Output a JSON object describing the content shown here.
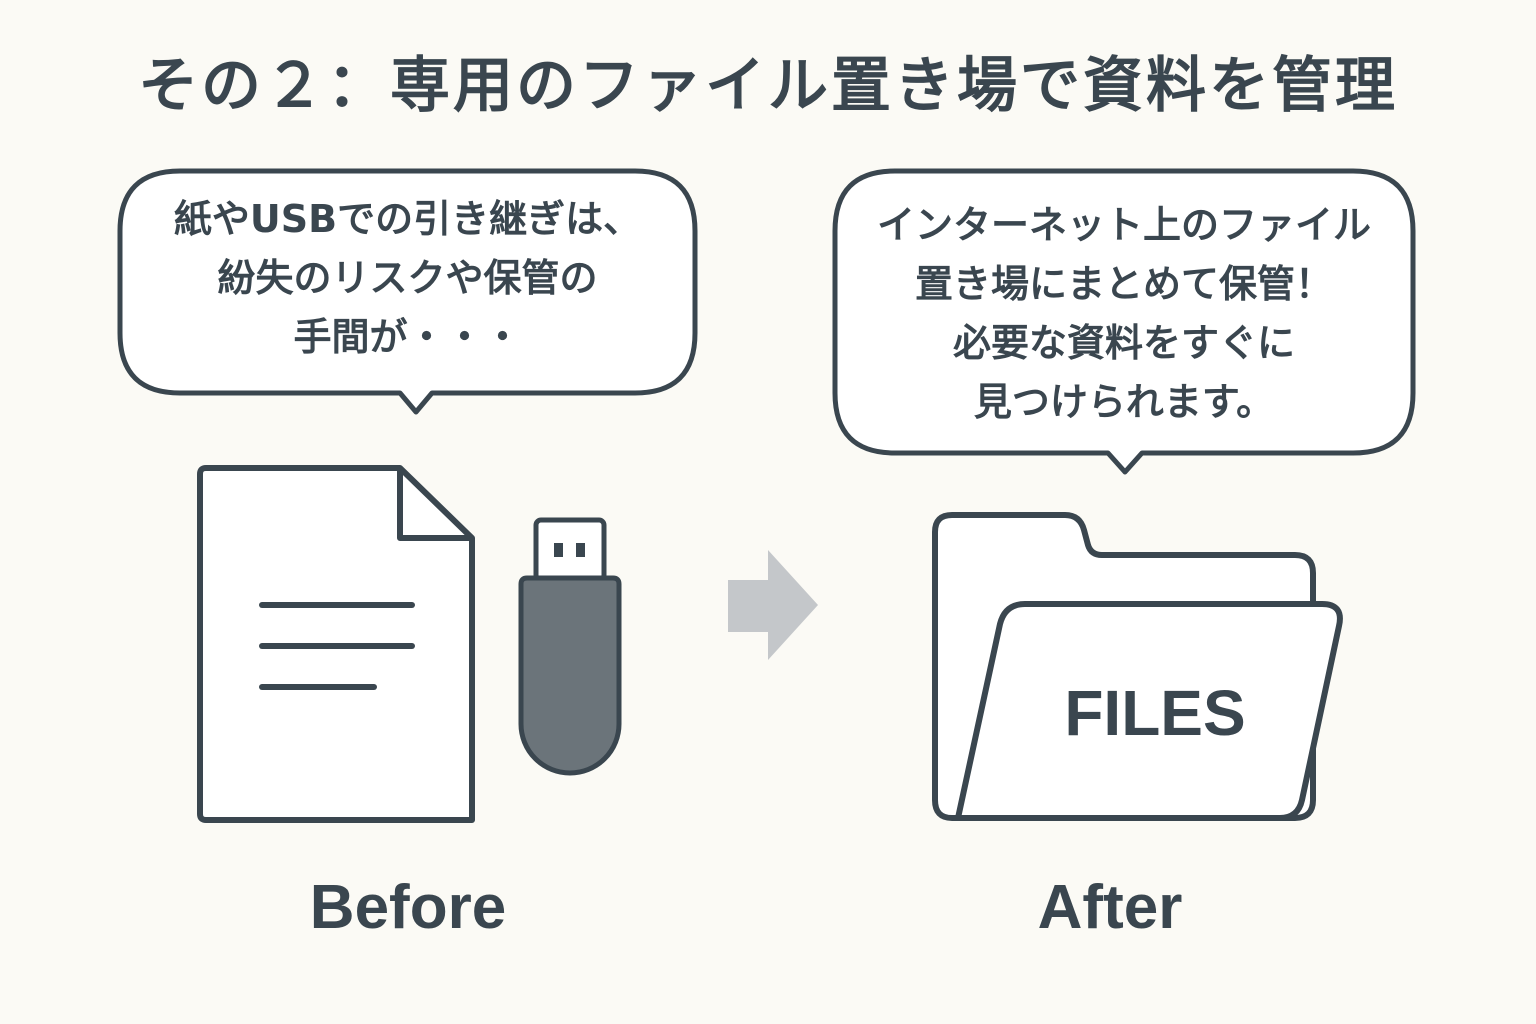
{
  "title": "その２：専用のファイル置き場で資料を管理",
  "before": {
    "bubble_lines": [
      "紙やUSBでの引き継ぎは、",
      "紛失のリスクや保管の",
      "手間が・・・"
    ],
    "caption": "Before",
    "icons": [
      "document-icon",
      "usb-drive-icon"
    ]
  },
  "arrow": {
    "icon": "arrow-right-icon",
    "color": "#c4c7ca"
  },
  "after": {
    "bubble_lines": [
      "インターネット上のファイル",
      "置き場にまとめて保管！",
      "必要な資料をすぐに",
      "見つけられます。"
    ],
    "caption": "After",
    "folder_label": "FILES",
    "icons": [
      "folder-icon"
    ]
  },
  "colors": {
    "background": "#fbfaf5",
    "ink": "#3a464f",
    "usb_body": "#6b747a",
    "arrow": "#c4c7ca"
  }
}
